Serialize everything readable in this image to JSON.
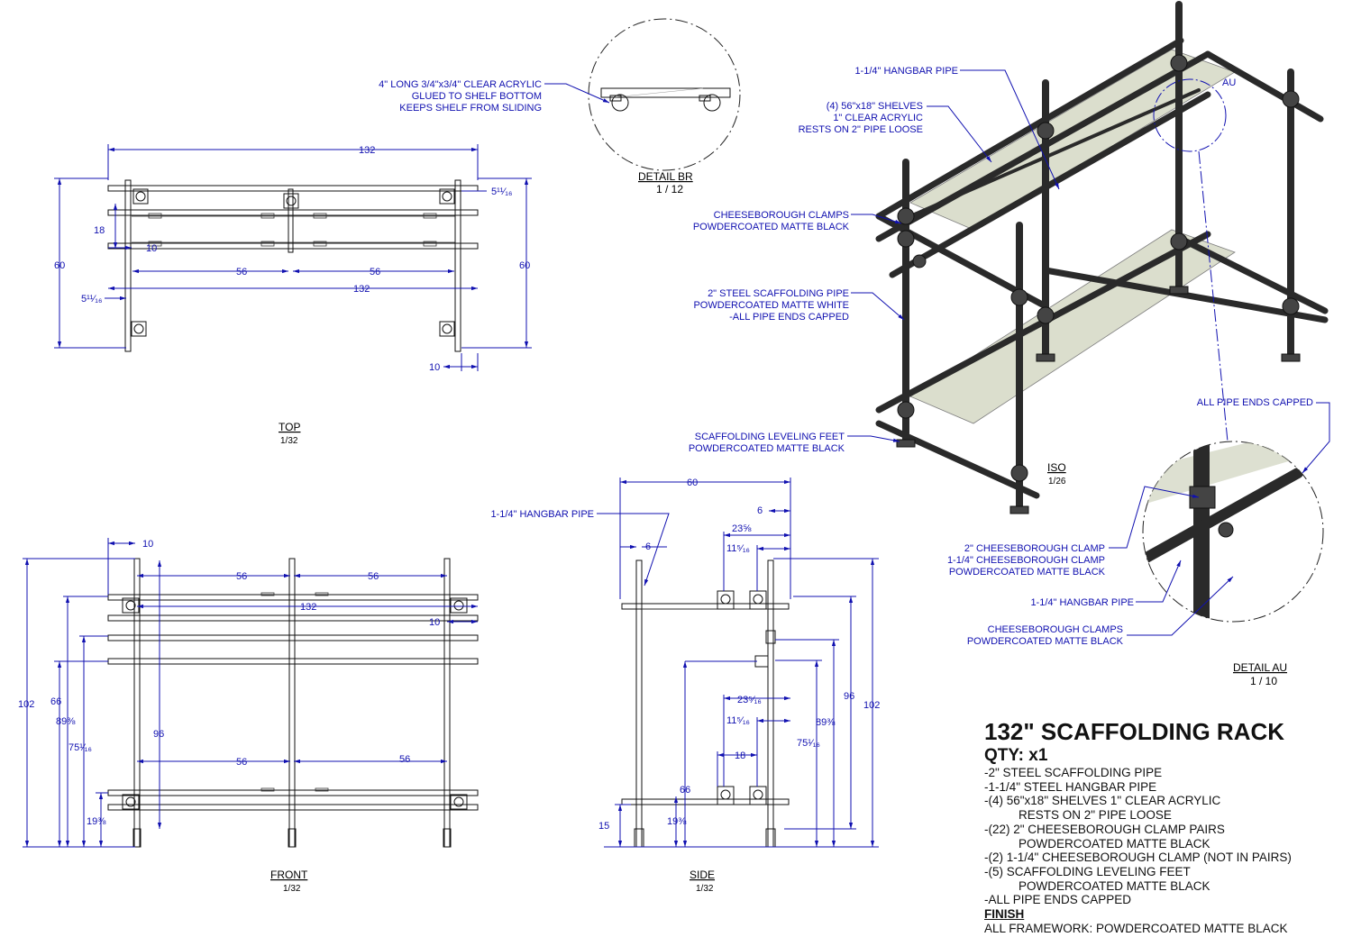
{
  "views": {
    "top": {
      "title": "TOP",
      "scale": "1/32"
    },
    "front": {
      "title": "FRONT",
      "scale": "1/32"
    },
    "side": {
      "title": "SIDE",
      "scale": "1/32"
    },
    "iso": {
      "title": "ISO",
      "scale": "1/26"
    },
    "detail_br": {
      "title": "DETAIL  BR",
      "scale": "1 / 12"
    },
    "detail_au": {
      "title": "DETAIL  AU",
      "scale": "1 / 10"
    }
  },
  "notes": {
    "br": [
      "4\" LONG 3/4\"x3/4\" CLEAR ACRYLIC",
      "GLUED TO SHELF BOTTOM",
      "KEEPS SHELF FROM SLIDING"
    ],
    "iso_hangbar": "1-1/4\" HANGBAR PIPE",
    "iso_shelves": [
      "(4) 56\"x18\" SHELVES",
      "1\" CLEAR ACRYLIC",
      "RESTS ON 2\" PIPE LOOSE"
    ],
    "iso_clamps": [
      "CHEESEBOROUGH CLAMPS",
      "POWDERCOATED MATTE BLACK"
    ],
    "iso_pipe": [
      "2\" STEEL SCAFFOLDING PIPE",
      "POWDERCOATED MATTE WHITE",
      "-ALL PIPE ENDS CAPPED"
    ],
    "iso_feet": [
      "SCAFFOLDING LEVELING FEET",
      "POWDERCOATED MATTE BLACK"
    ],
    "au_callout": "AU",
    "au_capped": "ALL PIPE ENDS CAPPED",
    "au_clamp": [
      "2\" CHEESEBOROUGH CLAMP",
      "1-1/4\" CHEESEBOROUGH CLAMP",
      "POWDERCOATED MATTE BLACK"
    ],
    "au_hangbar": "1-1/4\" HANGBAR PIPE",
    "au_clamps": [
      "CHEESEBOROUGH CLAMPS",
      "POWDERCOATED MATTE BLACK"
    ],
    "side_hangbar": "1-1/4\" HANGBAR PIPE"
  },
  "dims": {
    "top_overall": "132",
    "top_inner": "132",
    "top_56a": "56",
    "top_56b": "56",
    "top_60l": "60",
    "top_60r": "60",
    "top_18": "18",
    "top_10a": "10",
    "top_10b": "10",
    "top_511a": "5¹¹⁄₁₆",
    "top_511b": "5¹¹⁄₁₆",
    "front_10": "10",
    "front_56a": "56",
    "front_56b": "56",
    "front_132": "132",
    "front_10b": "10",
    "front_102": "102",
    "front_66": "66",
    "front_89": "89⅜",
    "front_75": "75¹⁄₁₆",
    "front_96": "96",
    "front_56c": "56",
    "front_56d": "56",
    "front_19": "19⅜",
    "side_60": "60",
    "side_6a": "6",
    "side_6b": "6",
    "side_23a": "23⅝",
    "side_11a": "11⁵⁄₁₆",
    "side_23b": "23⁵⁄₁₆",
    "side_11b": "11⁵⁄₁₆",
    "side_18": "18",
    "side_66": "66",
    "side_19": "19⅜",
    "side_15": "15",
    "side_96": "96",
    "side_102": "102",
    "side_89": "89⅜",
    "side_75": "75¹⁄₁₆"
  },
  "spec": {
    "title": "132\" SCAFFOLDING RACK",
    "qty": "QTY: x1",
    "items": [
      {
        "text": "-2\" STEEL SCAFFOLDING PIPE",
        "indent": false
      },
      {
        "text": "-1-1/4\" STEEL HANGBAR PIPE",
        "indent": false
      },
      {
        "text": "-(4) 56\"x18\" SHELVES 1\" CLEAR ACRYLIC",
        "indent": false
      },
      {
        "text": "RESTS ON 2\" PIPE LOOSE",
        "indent": true
      },
      {
        "text": "-(22) 2\" CHEESEBOROUGH CLAMP PAIRS",
        "indent": false
      },
      {
        "text": "POWDERCOATED MATTE BLACK",
        "indent": true
      },
      {
        "text": "-(2) 1-1/4\" CHEESEBOROUGH CLAMP (NOT IN PAIRS)",
        "indent": false
      },
      {
        "text": "-(5) SCAFFOLDING LEVELING FEET",
        "indent": false
      },
      {
        "text": "POWDERCOATED MATTE BLACK",
        "indent": true
      },
      {
        "text": "-ALL PIPE ENDS CAPPED",
        "indent": false
      }
    ],
    "finish_label": "FINISH",
    "finish_text": "ALL FRAMEWORK: POWDERCOATED MATTE BLACK"
  },
  "colors": {
    "dimension": "#1010b0",
    "pipe": "#2a2a2a",
    "acrylic": "#cfd3bd"
  }
}
